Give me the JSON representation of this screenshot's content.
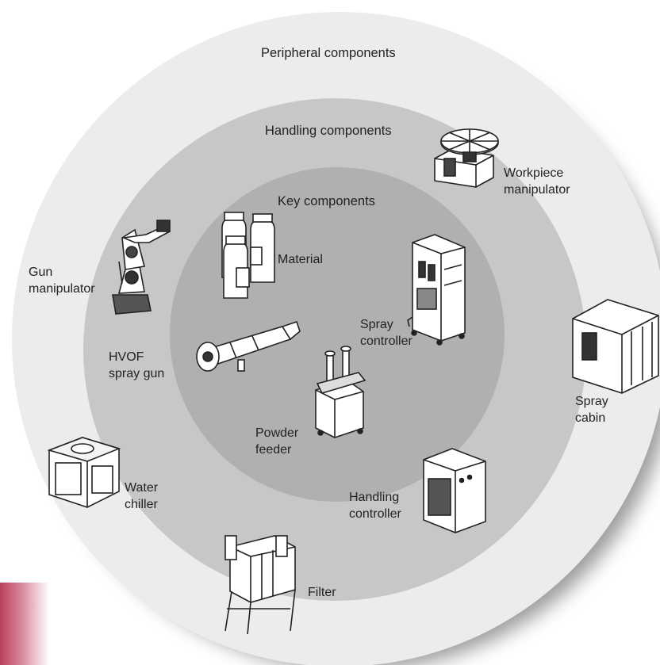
{
  "rings": {
    "outer": {
      "label": "Peripheral components",
      "color": "#ececec"
    },
    "middle": {
      "label": "Handling components",
      "color": "#c7c7c7"
    },
    "inner": {
      "label": "Key components",
      "color": "#b0b0b0"
    }
  },
  "components": {
    "material": "Material",
    "spray_controller": "Spray\ncontroller",
    "hvof_spray_gun": "HVOF\nspray gun",
    "powder_feeder": "Powder\nfeeder",
    "gun_manipulator": "Gun\nmanipulator",
    "workpiece_manipulator": "Workpiece\nmanipulator",
    "handling_controller": "Handling\ncontroller",
    "spray_cabin": "Spray\ncabin",
    "water_chiller": "Water\nchiller",
    "filter": "Filter"
  }
}
